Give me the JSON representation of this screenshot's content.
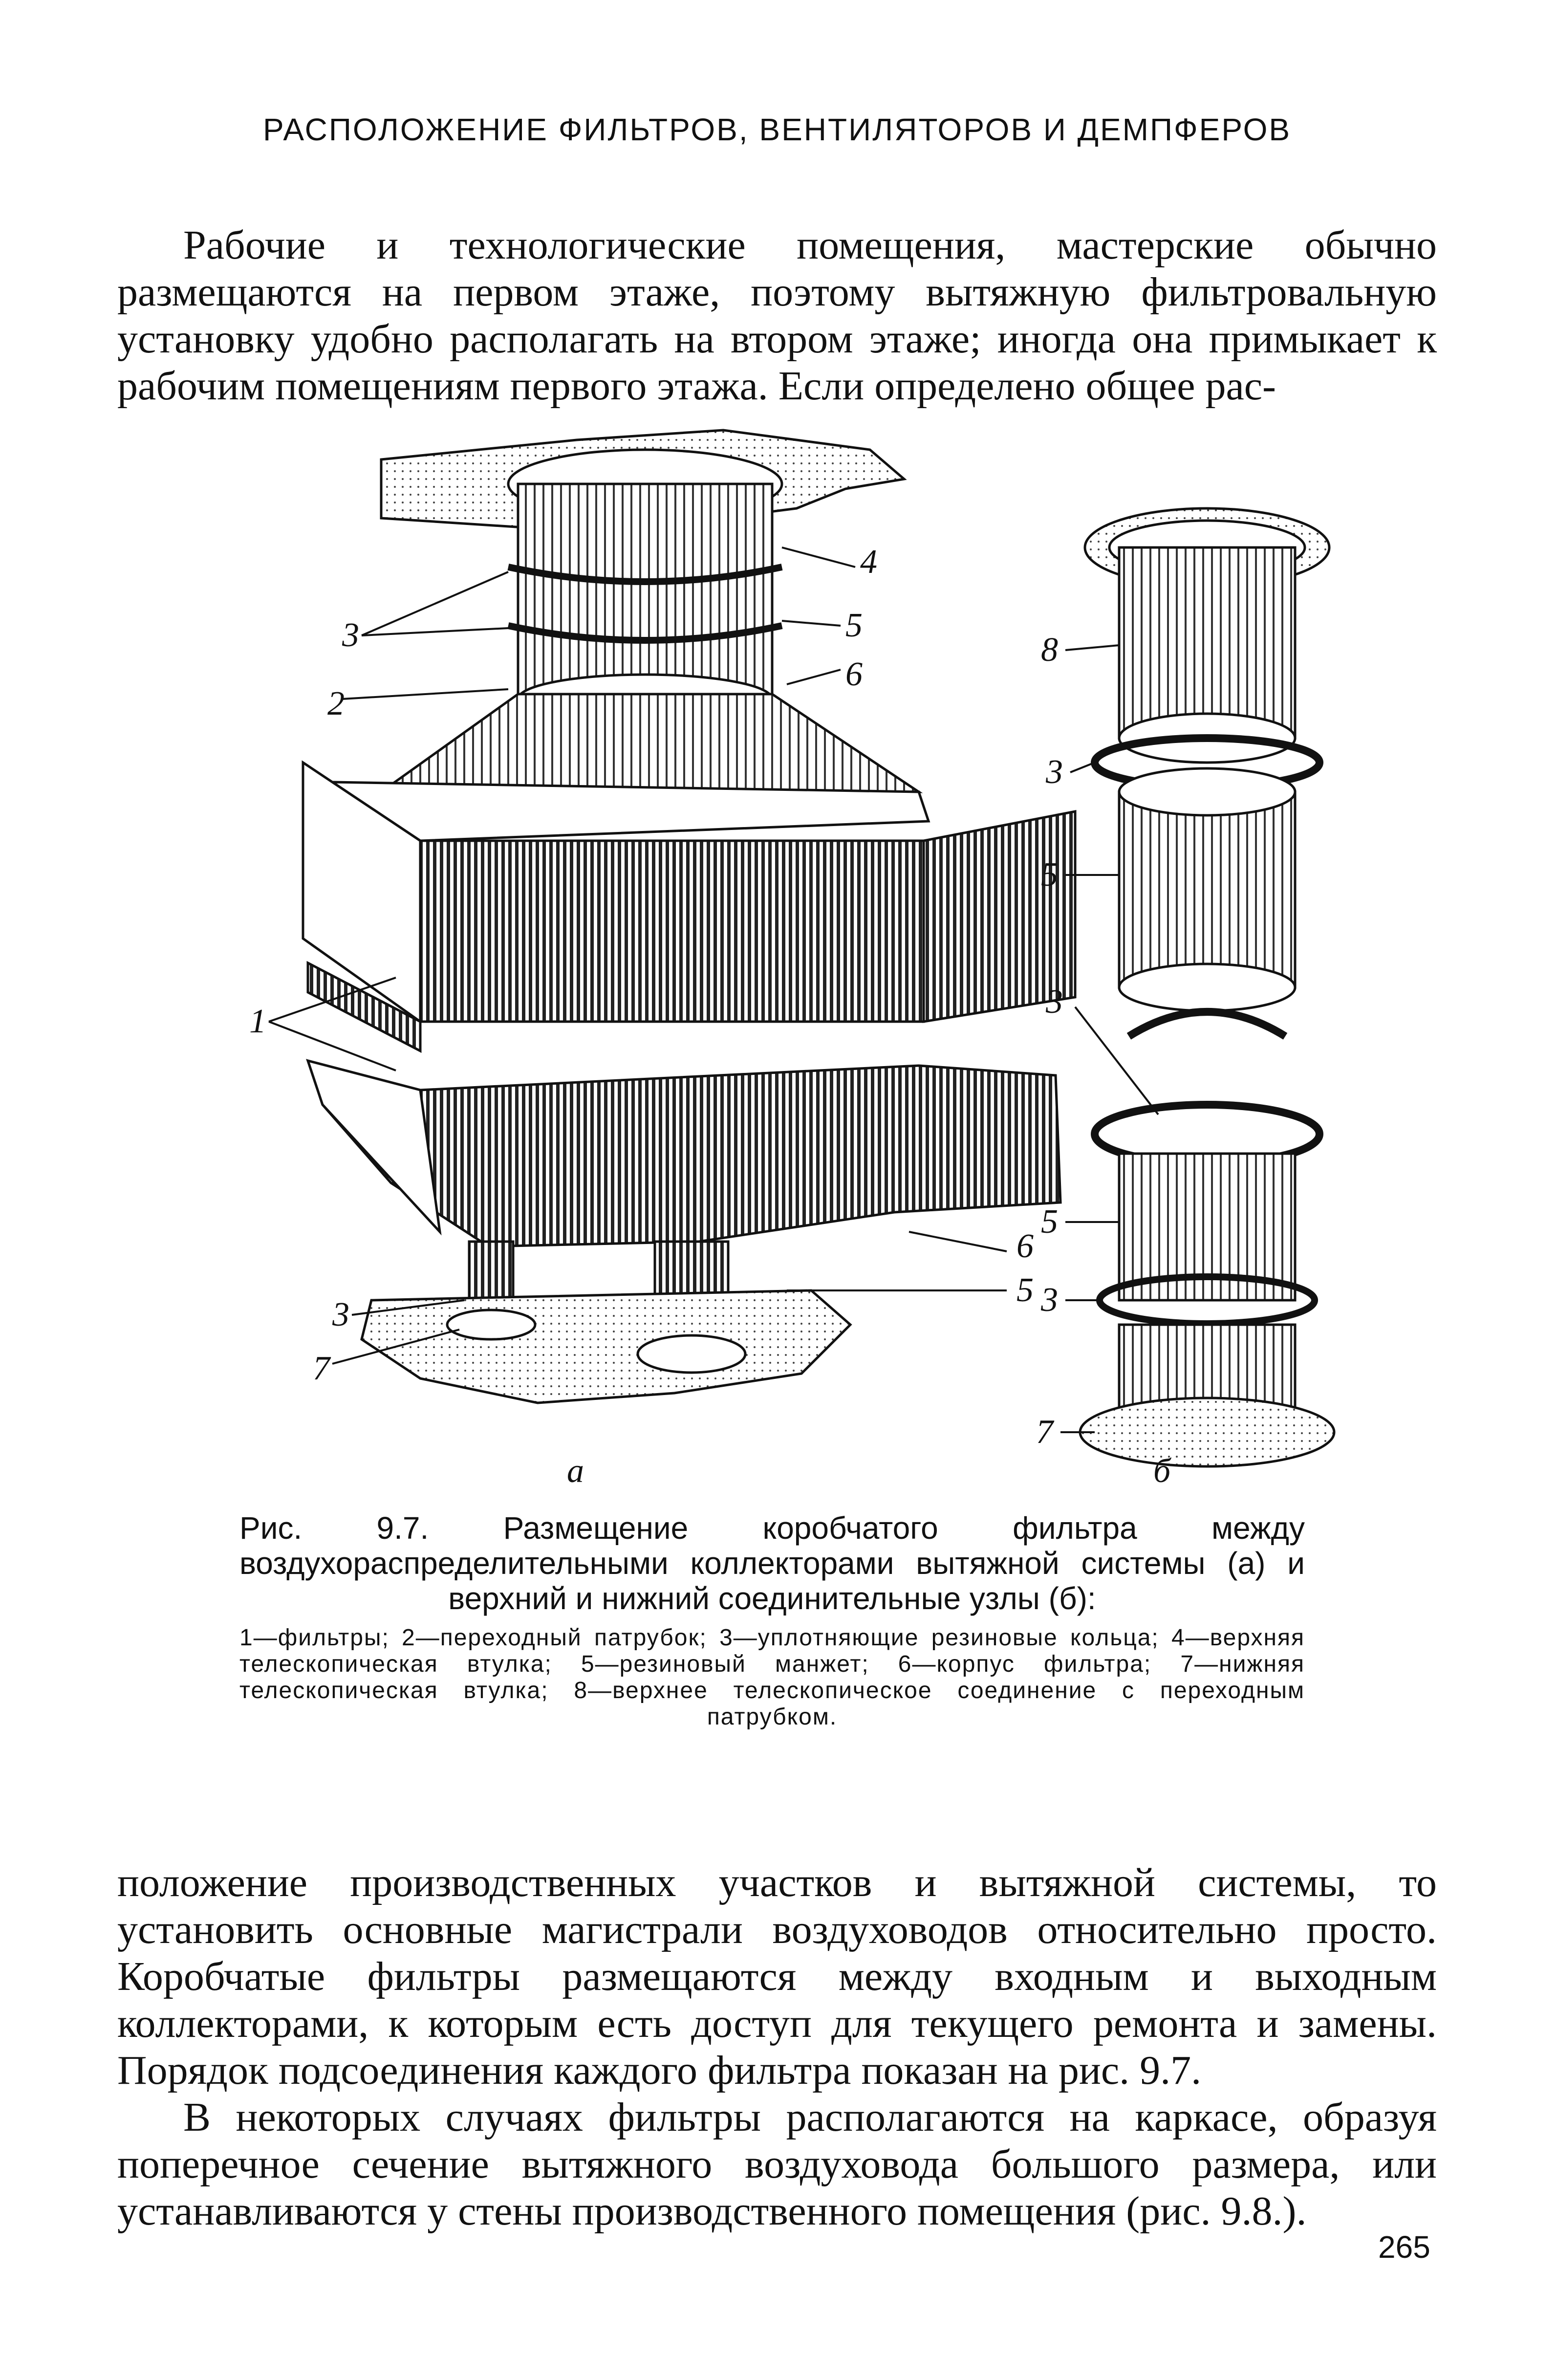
{
  "header": {
    "running_head": "РАСПОЛОЖЕНИЕ ФИЛЬТРОВ, ВЕНТИЛЯТОРОВ И ДЕМПФЕРОВ"
  },
  "body": {
    "paragraph_top": "Рабочие и технологические помещения, мастерские обычно размещаются на первом этаже, поэтому вытяжную фильтровальную установку удобно располагать на втором этаже; иногда она примыкает к рабочим помещениям первого этажа. Если определено общее рас-",
    "paragraph_bottom_1": "положение производственных участков и вытяжной системы, то установить основные магистрали воздуховодов относительно просто. Коробчатые фильтры размещаются между входным и выходным коллекторами, к которым есть доступ для текущего ремонта и замены. Порядок подсоединения каждого фильтра показан на рис. 9.7.",
    "paragraph_bottom_2": "В некоторых случаях фильтры располагаются на каркасе, образуя поперечное сечение вытяжного воздуховода большого размера, или устанавливаются у стены производственного помещения (рис. 9.8.)."
  },
  "figure": {
    "panel_a_label": "а",
    "panel_b_label": "б",
    "callouts": {
      "n1": "1",
      "n2": "2",
      "n3": "3",
      "n4": "4",
      "n5": "5",
      "n6": "6",
      "n7": "7",
      "n8": "8"
    },
    "caption_title": "Рис. 9.7. Размещение коробчатого фильтра между воздухораспределительными коллекторами вытяжной системы (а) и верхний и нижний соединительные узлы (б):",
    "caption_legend": "1—фильтры; 2—переходный патрубок; 3—уплотняющие резиновые кольца; 4—верхняя телескопическая втулка; 5—резиновый манжет; 6—корпус фильтра; 7—нижняя телескопическая втулка; 8—верхнее телескопическое соединение с переходным патрубком."
  },
  "footer": {
    "page_number": "265"
  }
}
